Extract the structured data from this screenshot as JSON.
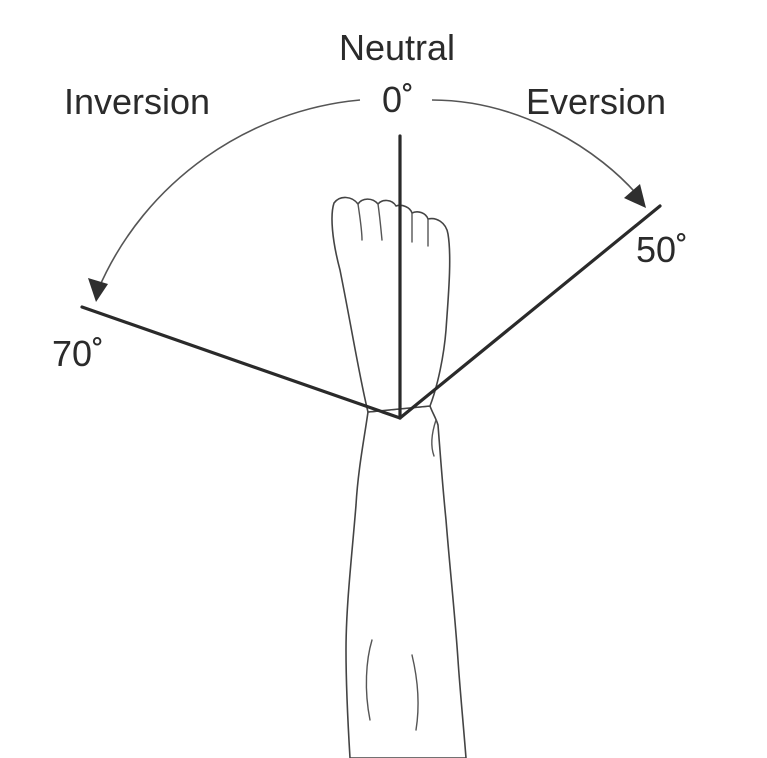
{
  "diagram": {
    "labels": {
      "neutral": "Neutral",
      "neutral_angle": "0˚",
      "inversion": "Inversion",
      "inversion_angle": "70˚",
      "eversion": "Eversion",
      "eversion_angle": "50˚"
    },
    "range_of_motion_deg": {
      "neutral": 0,
      "inversion": 70,
      "eversion": 50
    },
    "colors": {
      "line": "#2a2a2a",
      "text": "#2b2b2b",
      "background": "#ffffff"
    }
  }
}
